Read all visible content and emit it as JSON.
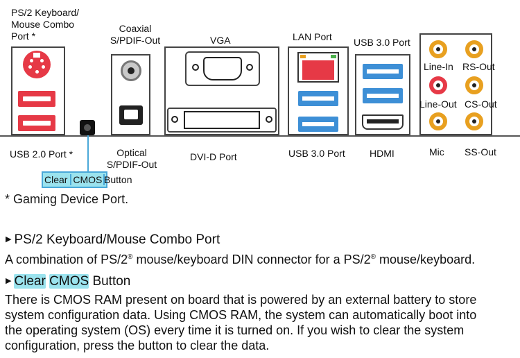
{
  "diagram": {
    "labels": {
      "ps2_combo": [
        "PS/2 Keyboard/",
        "Mouse Combo",
        "Port *"
      ],
      "coaxial": [
        "Coaxial",
        "S/PDIF-Out"
      ],
      "vga": "VGA",
      "lan": "LAN Port",
      "usb30_top": "USB 3.0 Port",
      "line_in": "Line-In",
      "rs_out": "RS-Out",
      "line_out": "Line-Out",
      "cs_out": "CS-Out",
      "usb20": "USB 2.0 Port *",
      "optical": [
        "Optical",
        "S/PDIF-Out"
      ],
      "dvid": "DVI-D Port",
      "usb30_bottom": "USB 3.0 Port",
      "hdmi": "HDMI",
      "mic": "Mic",
      "ss_out": "SS-Out",
      "clear_cmos": [
        "Clear",
        "CMOS",
        "Button"
      ]
    },
    "colors": {
      "ps2": "#e63946",
      "usb2": "#e63946",
      "usb3": "#3d8fd6",
      "lan": "#e63946",
      "jack": "#e8a020",
      "highlight": "#9be3ee"
    }
  },
  "gaming_note": "* Gaming Device Port.",
  "sections": [
    {
      "title": "PS/2 Keyboard/Mouse Combo Port",
      "body_parts": [
        "A combination of PS/2",
        "®",
        " mouse/keyboard DIN connector for a PS/2",
        "®",
        " mouse/keyboard."
      ]
    },
    {
      "title_parts": [
        "Clear",
        "CMOS",
        "Button"
      ],
      "body_lines": [
        "There is CMOS RAM present on board that is powered by an external battery to store",
        "system configuration data. Using CMOS RAM, the system can automatically boot into",
        "the operating system (OS) every time it is turned on. If you wish to clear the system",
        "configuration, press the button to clear the data."
      ]
    }
  ]
}
